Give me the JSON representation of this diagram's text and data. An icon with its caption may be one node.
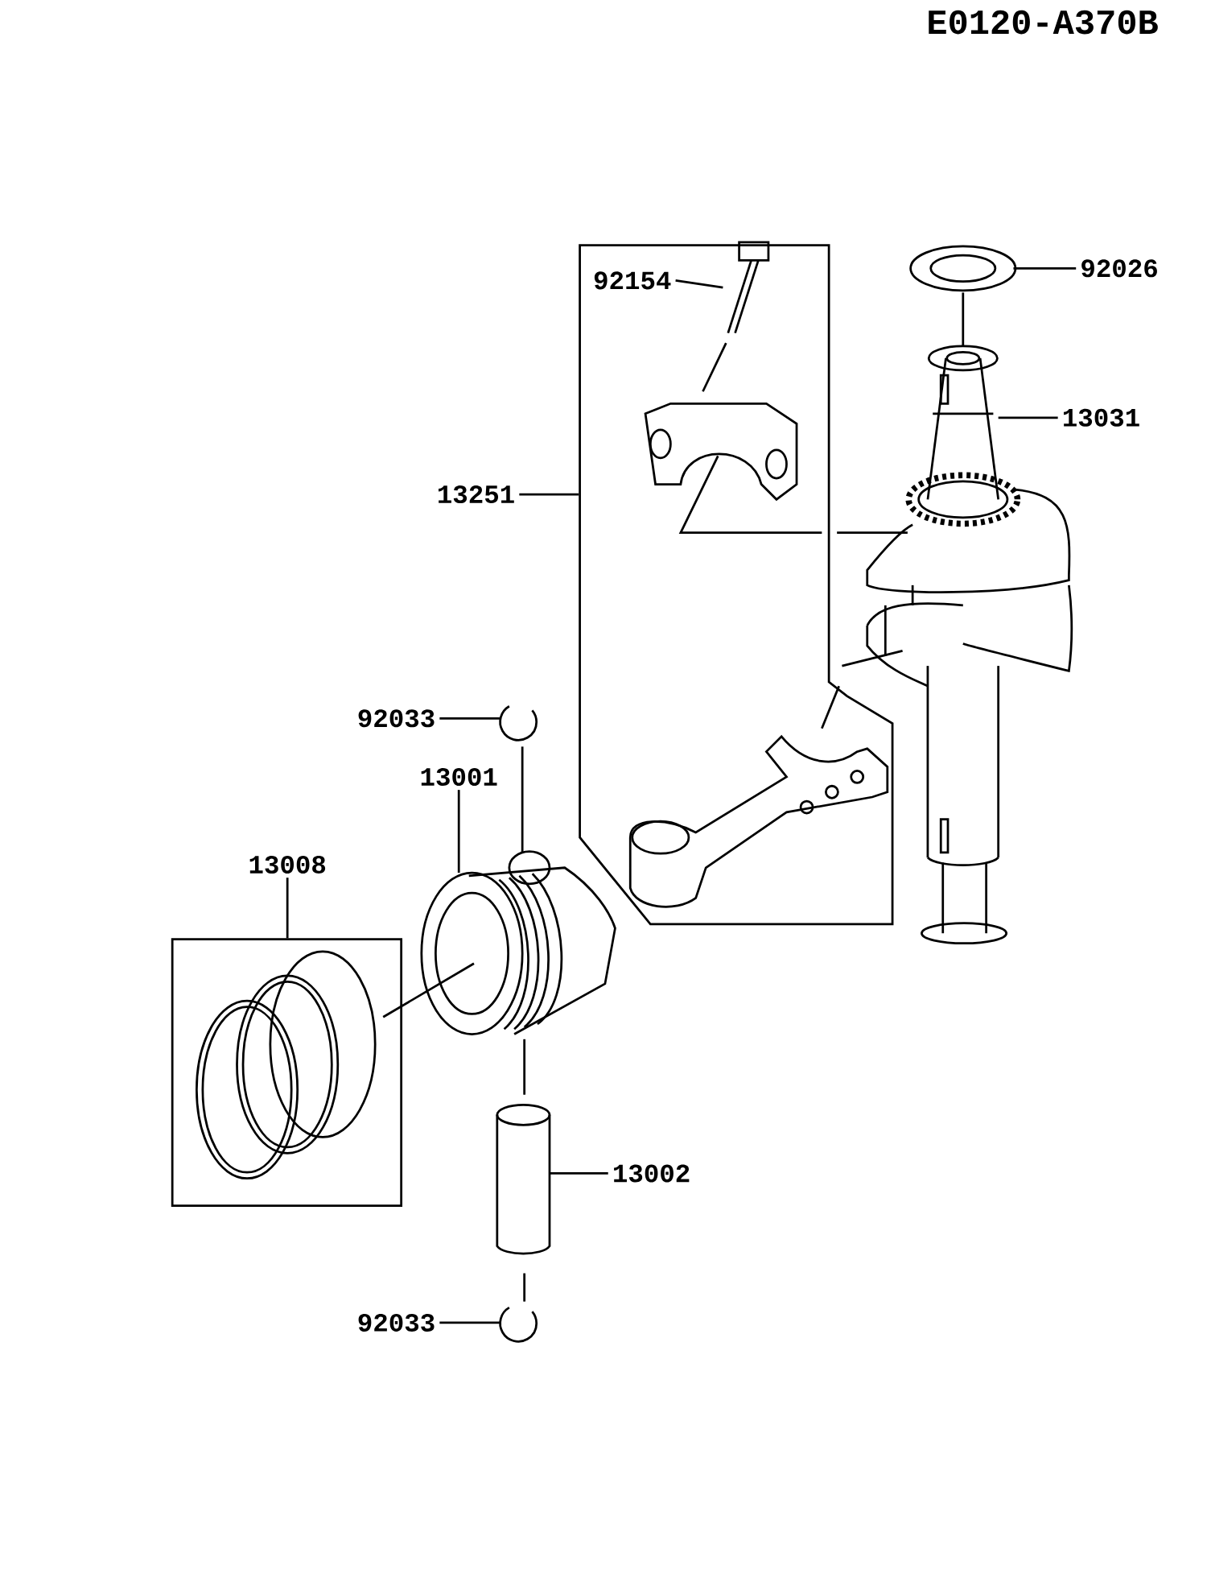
{
  "diagram": {
    "nodes": [
      {
        "text": [
          "92154"
        ],
        "in": 4
      },
      {
        "text": [
          "92026"
        ]
      },
      {
        "text": [
          "13031"
        ]
      },
      {
        "text": [
          "13251"
        ]
      },
      {
        "text": [],
        "shape": "box"
      },
      {
        "text": [
          "92033"
        ]
      },
      {
        "text": [
          "13001"
        ]
      },
      {
        "text": [
          "13008"
        ]
      },
      {
        "text": [],
        "shape": "box"
      },
      {
        "text": [
          "13002"
        ]
      },
      {
        "text": [
          "92033"
        ]
      },
      {
        "text": [],
        "shape": "picture",
        "in": 4
      }
    ],
    "edges": [
      {
        "from": 0,
        "to": 11,
        "arrow": "none"
      },
      {
        "from": 1,
        "to": null,
        "arrow": "none"
      },
      {
        "from": 2,
        "to": null,
        "arrow": "none"
      },
      {
        "from": 3,
        "to": 4,
        "arrow": "none"
      },
      {
        "from": 5,
        "to": null,
        "arrow": "none"
      },
      {
        "from": 6,
        "to": null,
        "arrow": "none"
      },
      {
        "from": 7,
        "to": 8,
        "arrow": "none"
      },
      {
        "from": 9,
        "to": null,
        "arrow": "none"
      },
      {
        "from": 10,
        "to": null,
        "arrow": "none"
      }
    ],
    "labels": [
      "E0120-A370B"
    ]
  }
}
